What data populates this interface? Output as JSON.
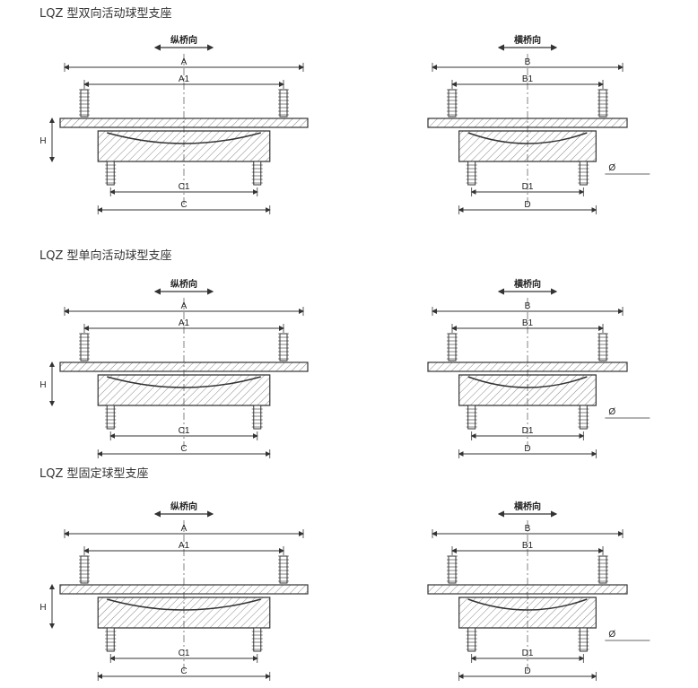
{
  "sections": [
    {
      "title": "LQZ 型双向活动球型支座",
      "left_view": {
        "direction": "纵桥向",
        "dims": {
          "top_outer": "A",
          "top_inner": "A1",
          "bottom_inner": "C1",
          "bottom_outer": "C",
          "height": "H"
        }
      },
      "right_view": {
        "direction": "横桥向",
        "dims": {
          "top_outer": "B",
          "top_inner": "B1",
          "bottom_inner": "D1",
          "bottom_outer": "D",
          "bolt": "Ø"
        }
      }
    },
    {
      "title": "LQZ 型单向活动球型支座",
      "left_view": {
        "direction": "纵桥向",
        "dims": {
          "top_outer": "A",
          "top_inner": "A1",
          "bottom_inner": "C1",
          "bottom_outer": "C",
          "height": "H"
        }
      },
      "right_view": {
        "direction": "横桥向",
        "dims": {
          "top_outer": "B",
          "top_inner": "B1",
          "bottom_inner": "D1",
          "bottom_outer": "D",
          "bolt": "Ø"
        }
      }
    },
    {
      "title": "LQZ 型固定球型支座",
      "left_view": {
        "direction": "纵桥向",
        "dims": {
          "top_outer": "A",
          "top_inner": "A1",
          "bottom_inner": "C1",
          "bottom_outer": "C",
          "height": "H"
        }
      },
      "right_view": {
        "direction": "横桥向",
        "dims": {
          "top_outer": "B",
          "top_inner": "B1",
          "bottom_inner": "D1",
          "bottom_outer": "D",
          "bolt": "Ø"
        }
      }
    }
  ],
  "colors": {
    "line": "#333333",
    "hatch": "#777777",
    "bg": "#ffffff"
  }
}
